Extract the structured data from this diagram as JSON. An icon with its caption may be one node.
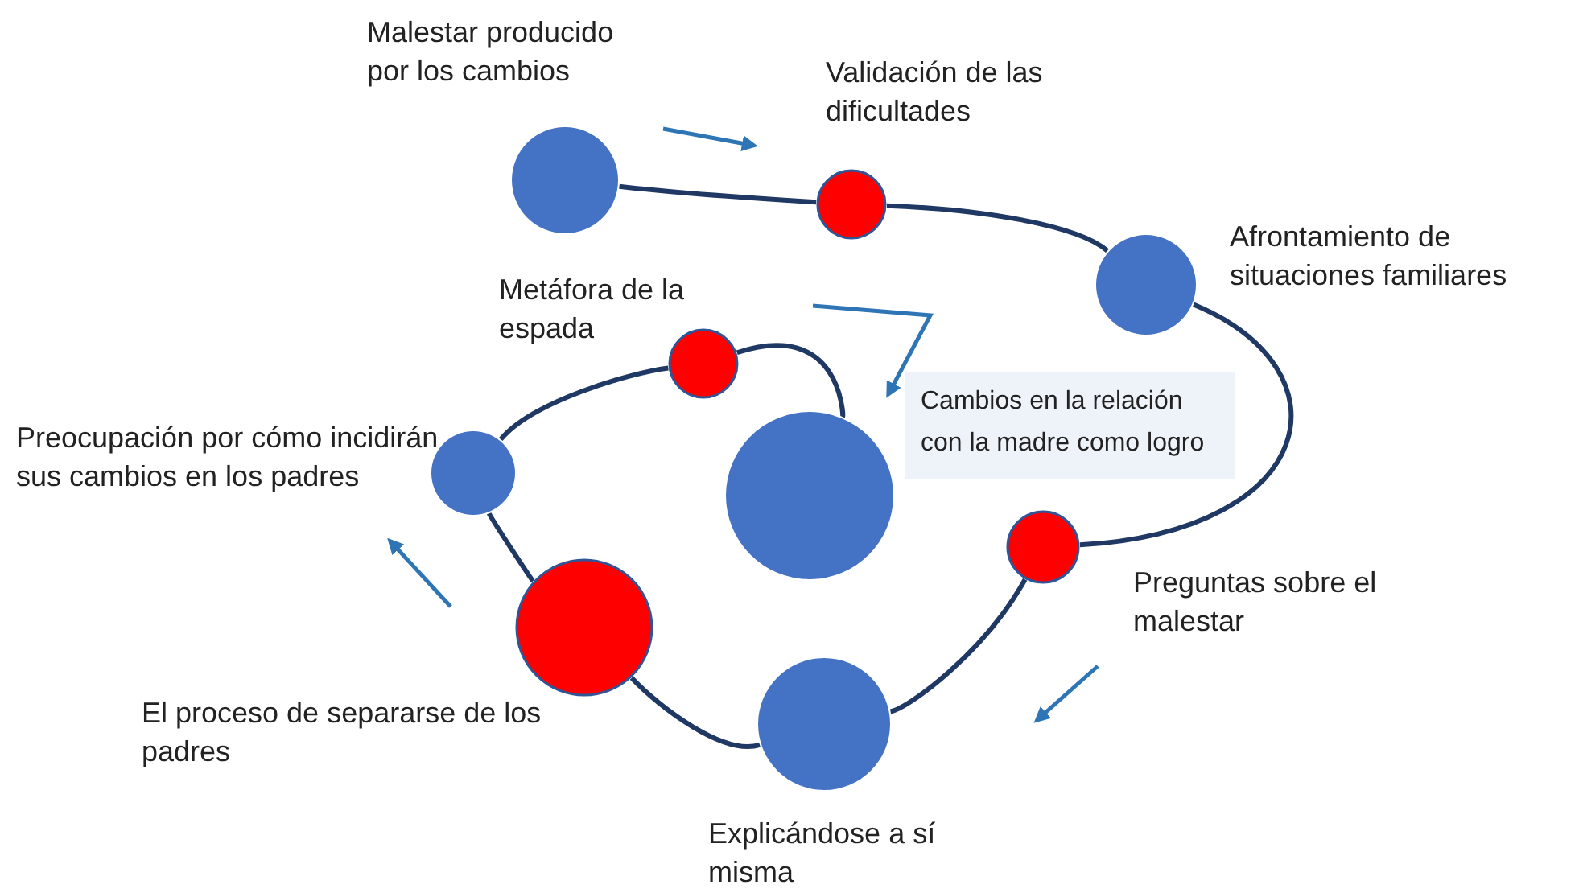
{
  "diagram": {
    "nodes": [
      {
        "text": [],
        "shape": "circle",
        "beside": [
          "Malestar producido por los cambios"
        ]
      },
      {
        "text": [],
        "shape": "circle",
        "beside": [
          "Validación de las dificultades"
        ]
      },
      {
        "text": [],
        "shape": "circle",
        "beside": [
          "Afrontamiento de situaciones familiares"
        ]
      },
      {
        "text": [],
        "shape": "circle",
        "beside": [
          "Preguntas sobre el malestar"
        ]
      },
      {
        "text": [],
        "shape": "circle",
        "beside": [
          "Explicándose a sí misma"
        ]
      },
      {
        "text": [],
        "shape": "circle",
        "beside": [
          "El proceso de separarse de los padres"
        ]
      },
      {
        "text": [],
        "shape": "circle",
        "beside": [
          "Preocupación por cómo incidirán sus cambios en los padres"
        ]
      },
      {
        "text": [],
        "shape": "circle",
        "beside": [
          "Metáfora de la espada"
        ]
      },
      {
        "text": [],
        "shape": "circle"
      },
      {
        "text": [
          "Cambios en la relación con la madre como logro"
        ]
      }
    ],
    "edges": [
      {
        "from": 0,
        "to": 1,
        "arrow": "none"
      },
      {
        "from": 1,
        "to": 2,
        "arrow": "none"
      },
      {
        "from": 2,
        "to": 3,
        "arrow": "none"
      },
      {
        "from": 3,
        "to": 4,
        "arrow": "none"
      },
      {
        "from": 4,
        "to": 5,
        "arrow": "none"
      },
      {
        "from": 5,
        "to": 6,
        "arrow": "none"
      },
      {
        "from": 6,
        "to": 7,
        "arrow": "none"
      },
      {
        "from": 7,
        "to": 8,
        "arrow": "none"
      }
    ]
  }
}
